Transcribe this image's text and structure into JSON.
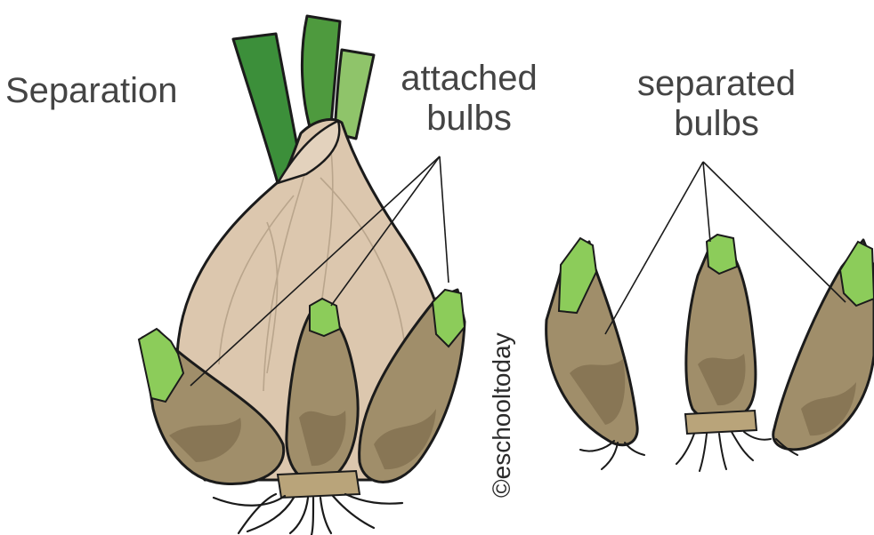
{
  "diagram": {
    "title": "Separation",
    "labels": {
      "attached": [
        "attached",
        "bulbs"
      ],
      "separated": [
        "separated",
        "bulbs"
      ]
    },
    "credit": "©eschooltoday"
  },
  "colors": {
    "bulb_skin": "#dcc7ae",
    "bulblet": "#a08e6a",
    "bulblet_shade": "#7e6c4d",
    "leaf_dark": "#3c8f3a",
    "leaf_mid": "#5ea74a",
    "leaf_light": "#8fc46a",
    "tip_green": "#8ccc5a",
    "outline": "#1b1b1b",
    "text": "#444444"
  }
}
